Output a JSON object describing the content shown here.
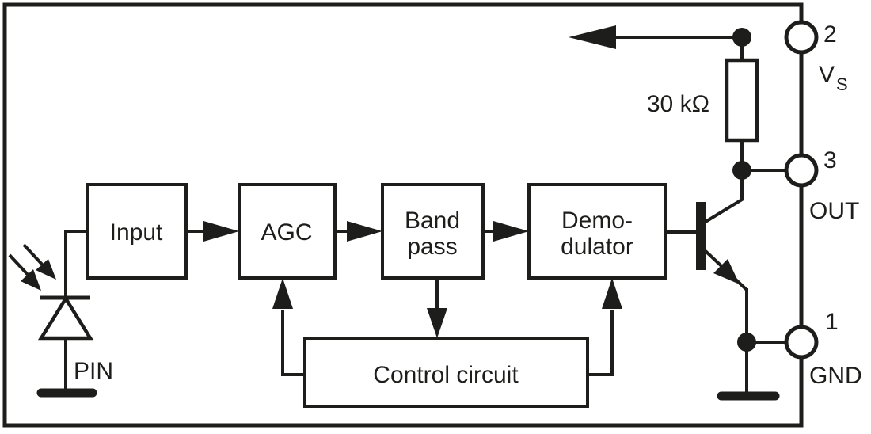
{
  "blocks": {
    "input": {
      "label": "Input"
    },
    "agc": {
      "label": "AGC"
    },
    "bandpass": {
      "line1": "Band",
      "line2": "pass"
    },
    "demodulator": {
      "line1": "Demo-",
      "line2": "dulator"
    },
    "control": {
      "label": "Control circuit"
    }
  },
  "components": {
    "resistor_value": "30 kΩ",
    "photodiode_label": "PIN"
  },
  "pins": {
    "vs": {
      "number": "2",
      "name": "V",
      "name_subscript": "S"
    },
    "out": {
      "number": "3",
      "name": "OUT"
    },
    "gnd": {
      "number": "1",
      "name": "GND"
    }
  },
  "colors": {
    "line": "#1d1d1b",
    "background": "#ffffff"
  }
}
